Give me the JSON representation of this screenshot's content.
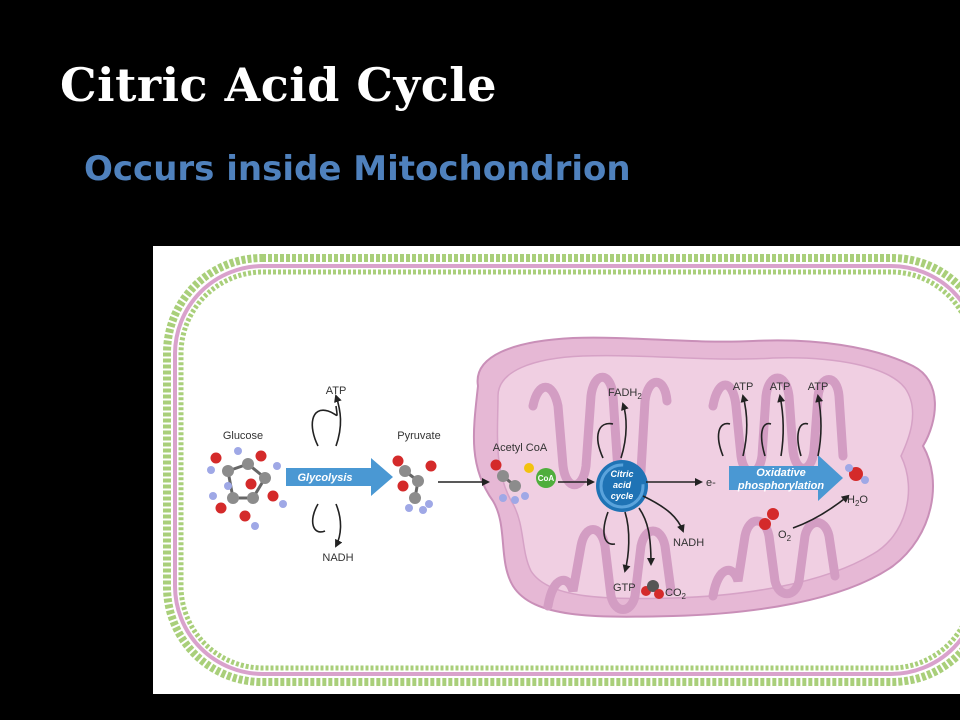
{
  "slide": {
    "title": "Citric Acid Cycle",
    "subtitle": "Occurs inside Mitochondrion"
  },
  "diagram": {
    "labels": {
      "glucose": "Glucose",
      "atp_glycolysis": "ATP",
      "nadh_glycolysis": "NADH",
      "glycolysis": "Glycolysis",
      "pyruvate": "Pyruvate",
      "acetyl_coa": "Acetyl CoA",
      "coa": "CoA",
      "citric_line1": "Citric",
      "citric_line2": "acid",
      "citric_line3": "cycle",
      "fadh2": "FADH",
      "fadh2_sub": "2",
      "e_minus": "e-",
      "nadh_cycle": "NADH",
      "gtp": "GTP",
      "co2": "CO",
      "co2_sub": "2",
      "atp_oxphos_1": "ATP",
      "atp_oxphos_2": "ATP",
      "atp_oxphos_3": "ATP",
      "oxphos_line1": "Oxidative",
      "oxphos_line2": "phosphorylation",
      "h2o_h": "H",
      "h2o_sub": "2",
      "h2o_o": "O",
      "o2": "O",
      "o2_sub": "2"
    },
    "colors": {
      "cell_background": "#ffffff",
      "membrane_green": "#a9cf7a",
      "membrane_pink": "#d9a2cc",
      "mitochondrion": "#e6b8d5",
      "mitochondrion_inner": "#f0cfe2",
      "process_arrow": "#4a98d3",
      "cycle_circle": "#1f73b5",
      "carbon_atom": "#8c8c8c",
      "oxygen_atom": "#d42a2a",
      "hydrogen_atom": "#9fa8e6",
      "coa_circle": "#4fae3c",
      "sulfur_atom": "#f2c20f"
    }
  }
}
